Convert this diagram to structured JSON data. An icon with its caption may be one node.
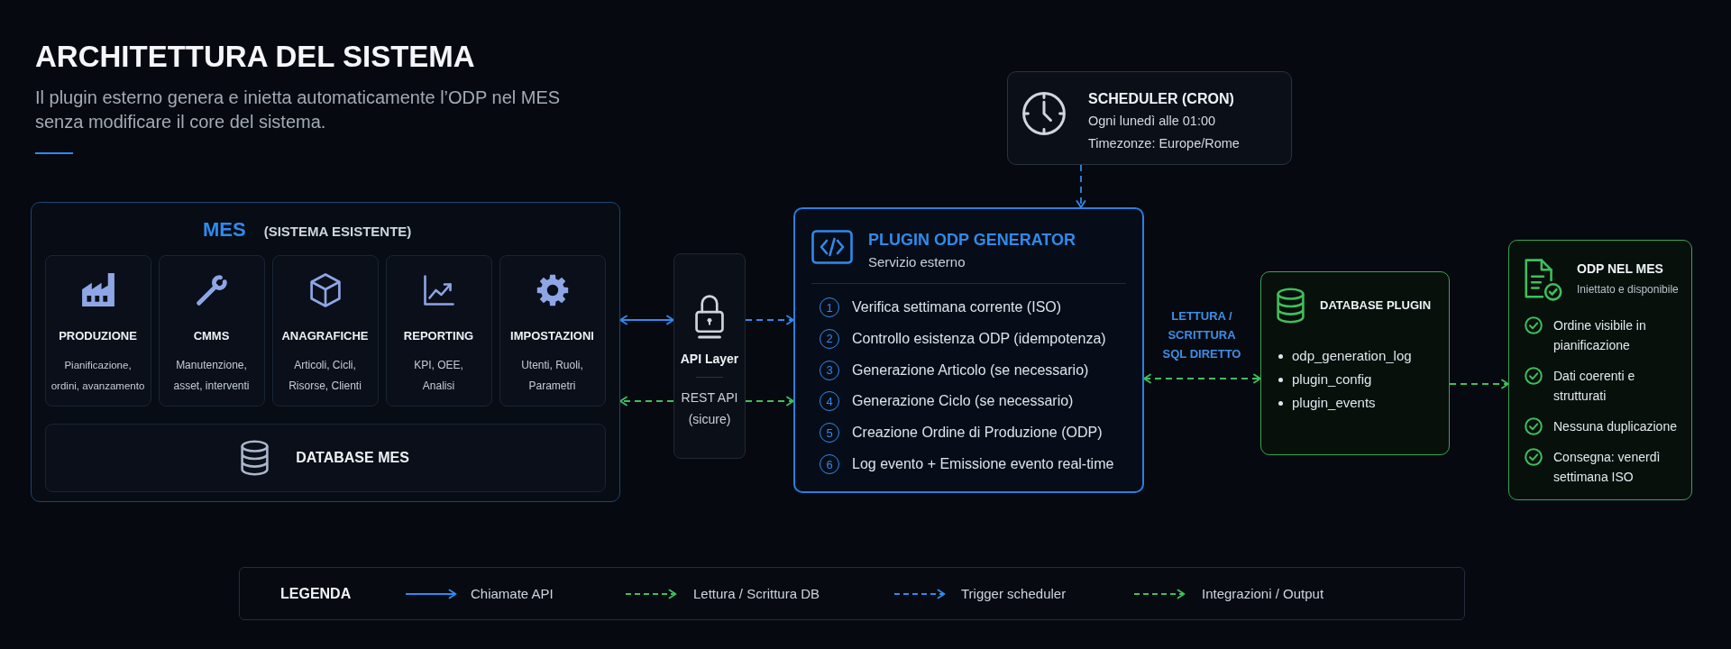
{
  "diagram": {
    "title": "ARCHITETTURA DEL SISTEMA",
    "nodes": [
      {
        "text": [
          "MES",
          "(SISTEMA ESISTENTE)"
        ]
      },
      {
        "text": [
          "PRODUZIONE",
          "Pianificazione, ordini, avanzamento"
        ],
        "in": 0
      },
      {
        "text": [
          "CMMS",
          "Manutenzione, asset, interventi"
        ],
        "in": 0
      },
      {
        "text": [
          "ANAGRAFICHE",
          "Articoli, Cicli, Risorse, Clienti"
        ],
        "in": 0
      },
      {
        "text": [
          "REPORTING",
          "KPI, OEE, Analisi"
        ],
        "in": 0
      },
      {
        "text": [
          "IMPOSTAZIONI",
          "Utenti, Ruoli, Parametri"
        ],
        "in": 0
      },
      {
        "text": [
          "DATABASE MES"
        ],
        "in": 0
      },
      {
        "text": [
          "API Layer",
          "REST API (sicure)"
        ]
      },
      {
        "text": [
          "SCHEDULER (CRON)",
          "Ogni lunedì alle 01:00",
          "Timezonze: Europe/Rome"
        ]
      },
      {
        "text": [
          "PLUGIN ODP GENERATOR",
          "Servizio esterno",
          "1",
          "Verifica settimana corrente (ISO)",
          "2",
          "Controllo esistenza ODP (idempotenza)",
          "3",
          "Generazione Articolo (se necessario)",
          "4",
          "Generazione Ciclo (se necessario)",
          "5",
          "Creazione Ordine di Produzione (ODP)",
          "6",
          "Log evento + Emissione evento real-time"
        ]
      },
      {
        "text": [
          "DATABASE PLUGIN",
          "odp_generation_log",
          "plugin_config",
          "plugin_events"
        ]
      },
      {
        "text": [
          "ODP NEL MES",
          "Iniettato e disponibile",
          "Ordine visibile in pianificazione",
          "Dati coerenti e strutturati",
          "Nessuna duplicazione",
          "Consegna: venerdì settimana ISO"
        ]
      }
    ],
    "edges": [
      {
        "from": 0,
        "to": 7,
        "arrow": "both",
        "color": "#2f8aee"
      },
      {
        "from": 7,
        "to": 0,
        "arrow": "to",
        "style": "dashed"
      },
      {
        "from": 7,
        "to": 9,
        "arrow": "to",
        "style": "dashed",
        "color": "#2f8aee"
      },
      {
        "from": 7,
        "to": 9,
        "arrow": "to",
        "style": "dashed"
      },
      {
        "from": 8,
        "to": 9,
        "arrow": "to",
        "style": "dashed",
        "color": "#2f8aee"
      },
      {
        "from": 9,
        "to": 10,
        "arrow": "both",
        "style": "dashed",
        "label": "LETTURA / SCRITTURA SQL DIRETTO"
      },
      {
        "from": 10,
        "to": 11,
        "arrow": "to",
        "style": "dashed"
      }
    ],
    "labels": [
      "Il plugin esterno genera e inietta automaticamente l’ODP nel MES senza modificare il core del sistema.",
      "LEGENDA"
    ],
    "legend": [
      {
        "text": "Chiamate API"
      },
      {
        "text": "Lettura / Scrittura DB"
      },
      {
        "text": "Trigger scheduler"
      },
      {
        "text": "Integrazioni / Output"
      }
    ]
  }
}
